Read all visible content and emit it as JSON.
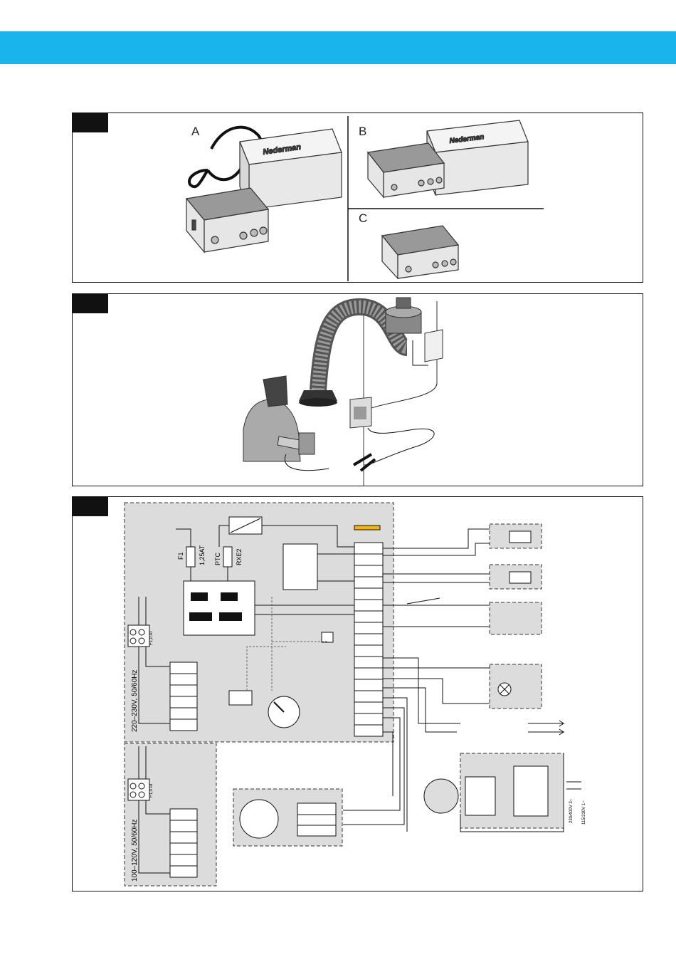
{
  "header": {
    "color": "#1ab4ec"
  },
  "figure1": {
    "labels": {
      "a": "A",
      "b": "B",
      "c": "C"
    },
    "brand": "Nederman"
  },
  "figure2": {},
  "figure3": {
    "fuse_f1": "F1",
    "fuse_rating": "1,25AT",
    "ptc": "PTC",
    "rxe2": "RXE2",
    "fuse_small": "F1,0 AT",
    "voltage_high": "220–230V, 50/60Hz",
    "voltage_low": "100–120V, 50/60Hz",
    "supply_3ph": "230/400V 3~",
    "supply_1ph": "115/230V 1~"
  }
}
